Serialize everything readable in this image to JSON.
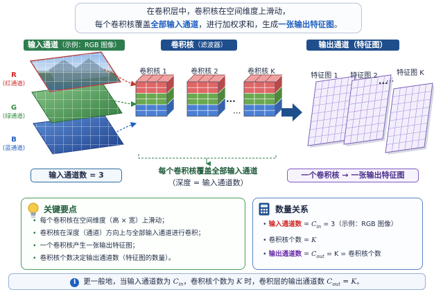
{
  "banner": {
    "line1": "在卷积层中，卷积核在空间维度上滑动，",
    "line2_a": "每个卷积核覆盖",
    "line2_b": "全部输入通道",
    "line2_c": "，进行加权求和，生成",
    "line2_d": "一张输出特征图",
    "line2_e": "。"
  },
  "input_section": {
    "header": "输入通道",
    "header_note": "（示例：RGB 图像）",
    "channels": [
      {
        "letter": "R",
        "sub": "(红通道)",
        "color": "#d02a2a"
      },
      {
        "letter": "G",
        "sub": "(绿通道)",
        "color": "#2e8b3e"
      },
      {
        "letter": "B",
        "sub": "(蓝通道)",
        "color": "#1f5fbf"
      }
    ],
    "count_label": "输入通道数 = 3"
  },
  "kernel_section": {
    "header": "卷积核",
    "header_note": "（滤波器）",
    "kernels": [
      "卷积核 1",
      "卷积核 2",
      "卷积核 K"
    ],
    "ellipsis": "...",
    "note_line1": "每个卷积核覆盖全部输入通道",
    "note_line2": "（深度 = 输入通道数）"
  },
  "output_section": {
    "header": "输出通道（特征图）",
    "maps": [
      "特征图 1",
      "特征图 2",
      "特征图 K"
    ],
    "ellipsis": "...",
    "summary_a": "一个卷积核",
    "summary_arrow": "→",
    "summary_b": "一张输出特征图"
  },
  "key_points": {
    "title": "关键要点",
    "items": [
      "每个卷积核在空间维度（高 × 宽）上滑动；",
      "卷积核在深度（通道）方向上与全部输入通道进行卷积；",
      "一个卷积核产生一张输出特征图；",
      "卷积核个数决定输出通道数（特征图的数量）。"
    ]
  },
  "quantity": {
    "title": "数量关系",
    "row1_label": "输入通道数",
    "row1_rest": " = C",
    "row1_sub": "in",
    "row1_tail": " = 3（示例：RGB 图像）",
    "row2_label": "卷积核个数",
    "row2_rest": " = K",
    "row3_label": "输出通道数",
    "row3_rest": " = C",
    "row3_sub": "out",
    "row3_tail": " = K = 卷积核个数"
  },
  "footer": {
    "icon": "i",
    "text_a": "更一般地，当输入通道数为 ",
    "cin": "C",
    "cin_sub": "in",
    "text_b": "，卷积核个数为 ",
    "k": "K",
    "text_c": " 时，卷积层的输出通道数 ",
    "cout": "C",
    "cout_sub": "out",
    "text_d": " = ",
    "k2": "K",
    "text_e": "。"
  },
  "colors": {
    "red": "#e06666",
    "green": "#6aa84f",
    "blue": "#4a7fd4",
    "purple": "#a58bd8",
    "navy": "#1f4e8c"
  }
}
